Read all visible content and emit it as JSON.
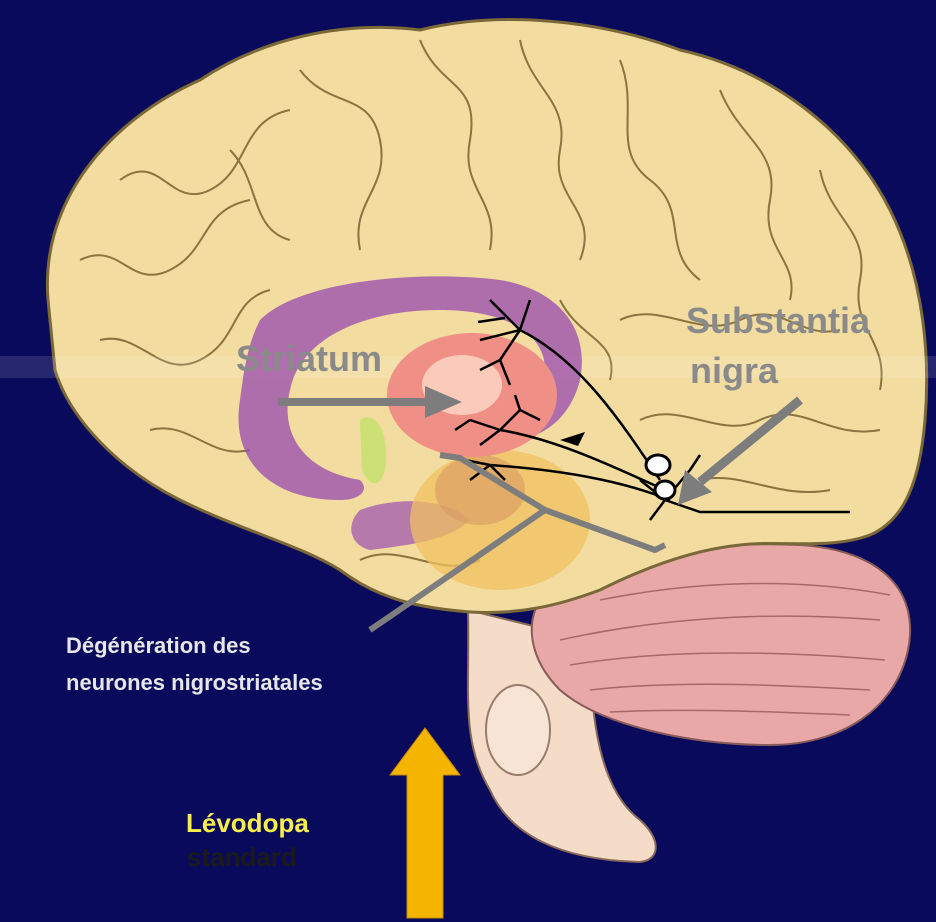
{
  "labels": {
    "striatum": "Striatum",
    "substantia_line1": "Substantia",
    "substantia_line2": "nigra",
    "degeneration_line1": "Dégénération des",
    "degeneration_line2": "neurones nigrostriatales",
    "levodopa_line1": "Lévodopa",
    "levodopa_line2": "standard"
  },
  "colors": {
    "background": "#0a0a5c",
    "brain": "#f2dca0",
    "striatum_overlay": "#9b4fb0",
    "striatum_core": "#ef8f86",
    "cerebellum": "#e9a8a8",
    "pointer_arrows": "#7d7d7d",
    "levodopa_arrow": "#f5b400",
    "levodopa_text": "#f6ee4c"
  }
}
